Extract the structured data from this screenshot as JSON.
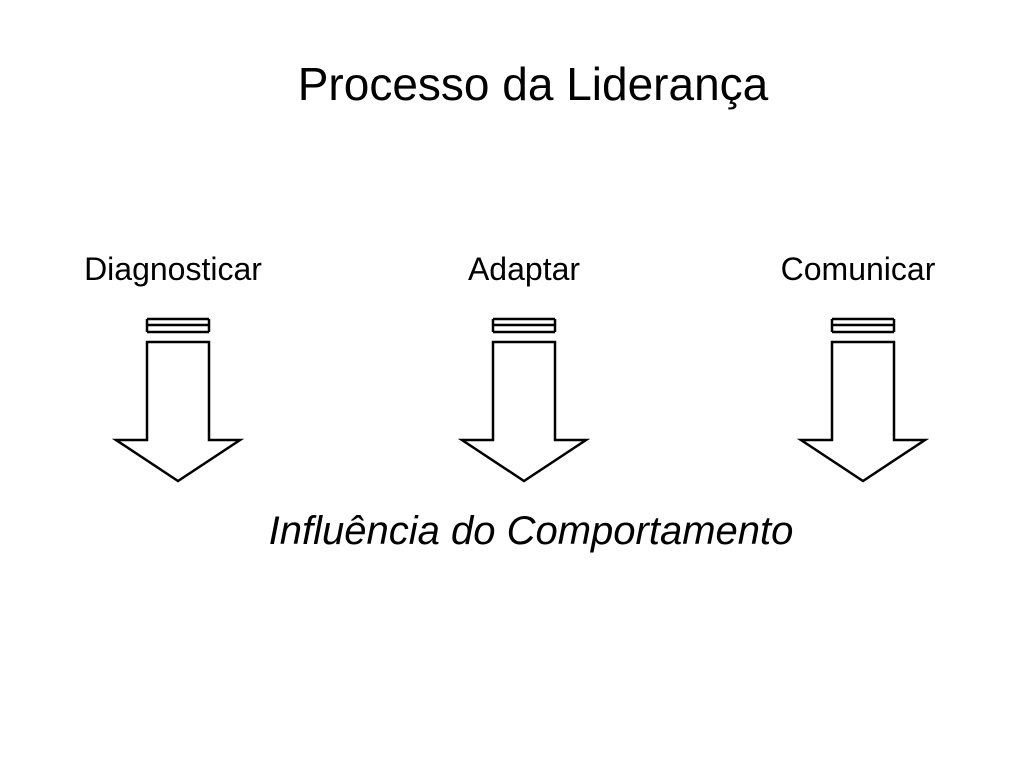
{
  "diagram": {
    "title": "Processo da Liderança",
    "steps": [
      {
        "label": "Diagnosticar"
      },
      {
        "label": "Adaptar"
      },
      {
        "label": "Comunicar"
      }
    ],
    "outcome": "Influência do Comportamento",
    "colors": {
      "stroke": "#000000",
      "background": "#ffffff"
    }
  }
}
